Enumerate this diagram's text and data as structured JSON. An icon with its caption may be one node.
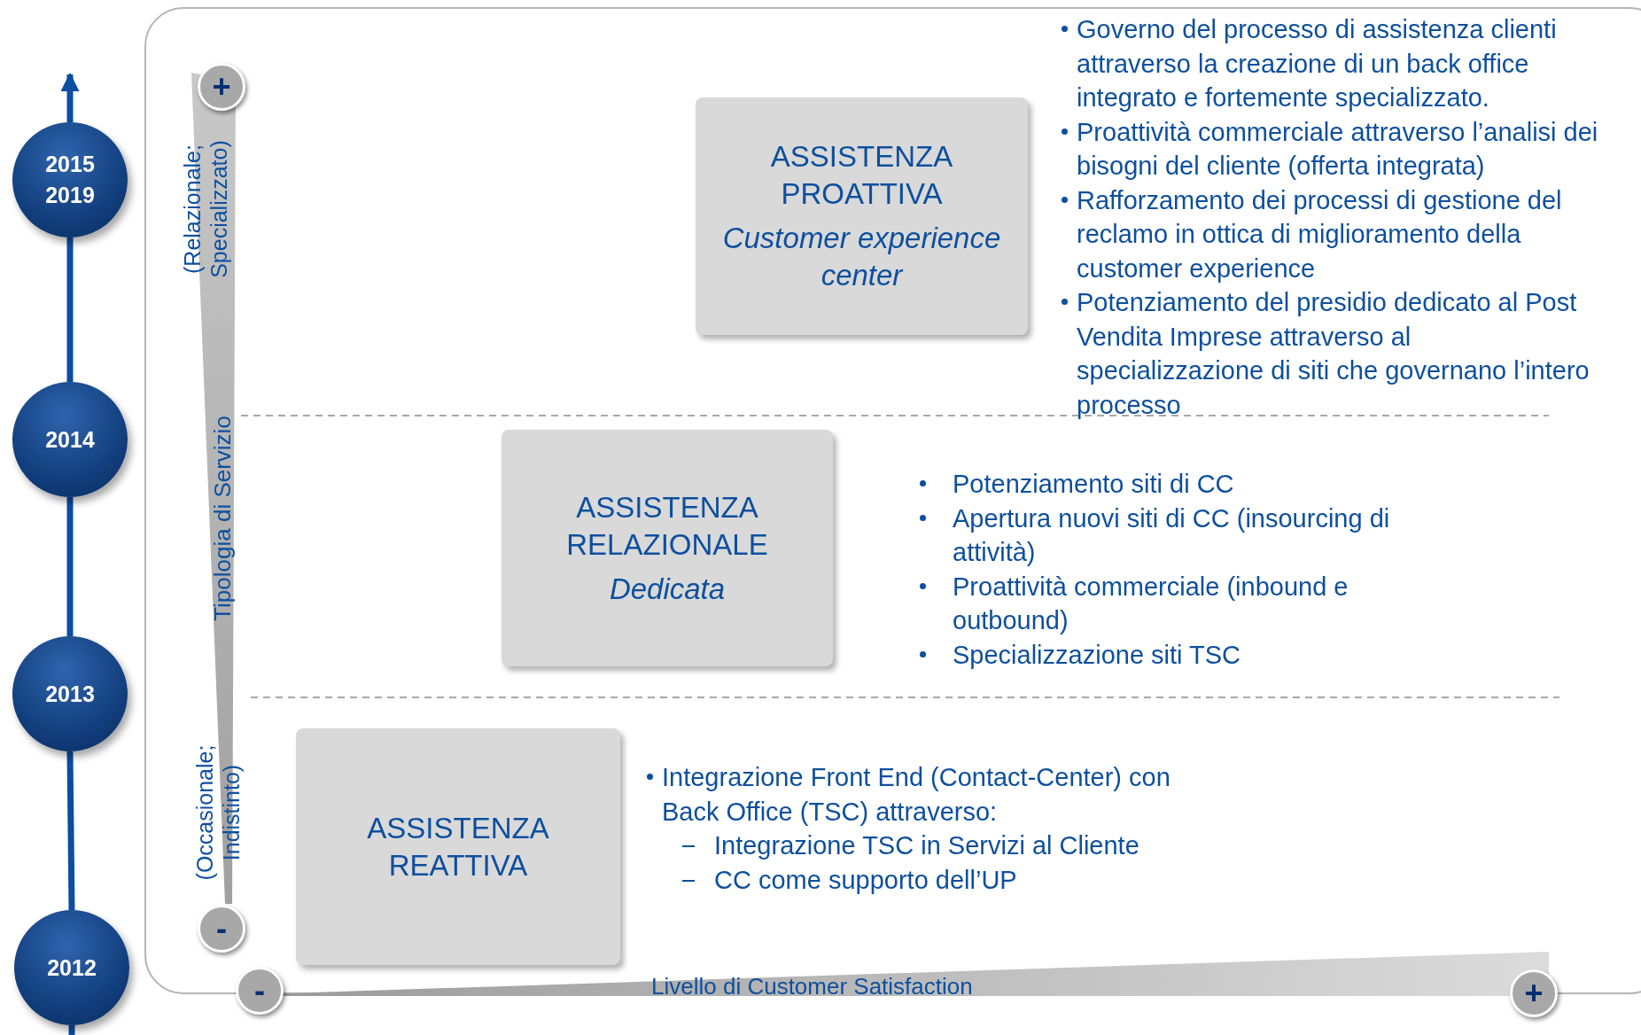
{
  "diagram": {
    "nodes": [
      {
        "text": [
          "2015 2019"
        ]
      },
      {
        "text": [
          "+"
        ]
      },
      {
        "text": [
          "ASSISTENZA PROATTIVA",
          "Customer experience center"
        ]
      },
      {
        "text": [
          "2014"
        ]
      },
      {
        "text": [
          "ASSISTENZA RELAZIONALE",
          "Dedicata"
        ]
      },
      {
        "text": [
          "2013"
        ]
      },
      {
        "text": [
          "ASSISTENZA REATTIVA"
        ]
      },
      {
        "text": [
          "-"
        ]
      },
      {
        "text": [
          "2012"
        ]
      },
      {
        "text": [
          "-"
        ]
      },
      {
        "text": [
          "+"
        ]
      }
    ],
    "edges": [
      {
        "from": 8,
        "to": 5,
        "arrow": "none"
      },
      {
        "from": 5,
        "to": 3,
        "arrow": "none"
      },
      {
        "from": 3,
        "to": 0,
        "arrow": "none"
      },
      {
        "from": 0,
        "to": null,
        "arrow": "to"
      }
    ],
    "labels": [
      "(Relazionale; Specializzato)",
      "Tipologia di Servizio",
      "(Occasionale; Indistinto)",
      "Governo del processo di assistenza clienti attraverso la creazione di un back office integrato e fortemente specializzato.",
      "Proattività commerciale attraverso l’analisi dei bisogni del cliente (offerta integrata)",
      "Rafforzamento dei processi di gestione del reclamo in ottica di miglioramento della customer experience",
      "Potenziamento del presidio dedicato al Post Vendita Imprese attraverso al specializzazione di siti che governano l’intero processo",
      "Potenziamento siti di CC",
      "Apertura nuovi siti di CC (insourcing di attività)",
      "Proattività commerciale (inbound e outbound)",
      "Specializzazione siti TSC",
      "Integrazione Front End (Contact-Center) con Back Office (TSC) attraverso:",
      "Integrazione TSC in Servizi al Cliente",
      "CC come supporto dell’UP",
      "Livello di Customer Satisfaction"
    ]
  }
}
